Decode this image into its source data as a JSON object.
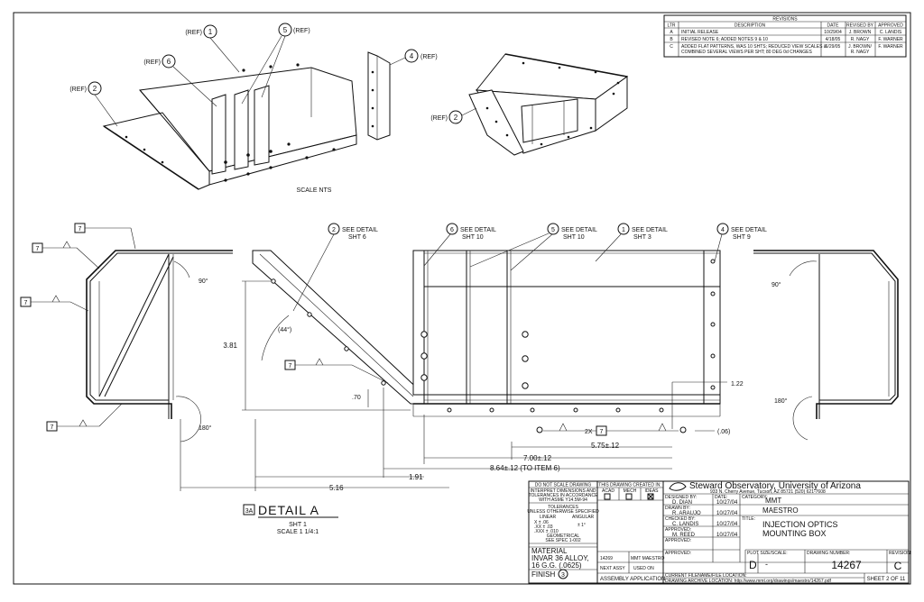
{
  "revisions": {
    "title": "REVISIONS",
    "headers": [
      "LTR",
      "DESCRIPTION",
      "DATE",
      "REVISED BY",
      "APPROVED"
    ],
    "rows": [
      {
        "ltr": "A",
        "desc1": "INITIAL RELEASE",
        "desc2": "",
        "date": "10/29/04",
        "by1": "J. BROWN",
        "by2": "",
        "appr": "C. LANDIS"
      },
      {
        "ltr": "B",
        "desc1": "REVISED NOTE 6; ADDED NOTES 9 & 10",
        "desc2": "",
        "date": "4/18/05",
        "by1": "R. NAGY",
        "by2": "",
        "appr": "F. WARNER"
      },
      {
        "ltr": "C",
        "desc1": "ADDED FLAT PATTERNS, WAS 10 SHTS; REDUCED VIEW SCALES &",
        "desc2": "COMBINED SEVERAL VIEWS PER SHT; 80 DEG 0d CHANGES",
        "date": "6/29/05",
        "by1": "J. BROWN/",
        "by2": "R. NAGY",
        "appr": "F. WARNER"
      }
    ]
  },
  "iso": {
    "ref_label": "(REF)",
    "scale_note": "SCALE NTS",
    "balloons": [
      "1",
      "2",
      "6",
      "5",
      "4",
      "2"
    ]
  },
  "main_view": {
    "callouts": [
      {
        "num": "2",
        "line1": "SEE DETAIL",
        "line2": "SHT 6"
      },
      {
        "num": "6",
        "line1": "SEE DETAIL",
        "line2": "SHT 10"
      },
      {
        "num": "5",
        "line1": "SEE DETAIL",
        "line2": "SHT 10"
      },
      {
        "num": "1",
        "line1": "SEE DETAIL",
        "line2": "SHT 3"
      },
      {
        "num": "4",
        "line1": "SEE DETAIL",
        "line2": "SHT 9"
      }
    ],
    "weld_symbol": "7",
    "weld_multiplier": "2X",
    "dims": {
      "height": "3.81",
      "angle": "(44°)",
      "d070": ".70",
      "d122": "1.22",
      "d006": "(.06)",
      "d575": "5.75±.12",
      "d700": "7.00±.12",
      "d864": "8.64±.12 (TO ITEM 6)",
      "d191": "1.91",
      "d516": "5.16"
    },
    "angles": {
      "left_90": "90°",
      "left_180": "180°",
      "right_90": "90°",
      "right_180": "180°"
    }
  },
  "detail": {
    "marker": "3A",
    "title": "DETAIL A",
    "sheet": "SHT 1",
    "scale": "SCALE 1 1/4:1"
  },
  "title_block": {
    "no_scale": "DO NOT SCALE DRAWING",
    "interpret1": "INTERPRET DIMENSIONS AND",
    "interpret2": "TOLERANCES IN ACCORDANCE",
    "interpret3": "WITH ASME Y14.5M-94",
    "tolerances_title": "TOLERANCES",
    "tolerances_sub": "UNLESS OTHERWISE SPECIFIED",
    "linear": "LINEAR",
    "angular": "ANGULAR",
    "tol_x": "X    ± .06",
    "tol_xx": ".XX  ± .03",
    "tol_xxx": ".XXX ± .010",
    "tol_ang": "± 1°",
    "geometrical1": "GEOMETRICAL",
    "geometrical2": "SEE SPEC 1-002",
    "material_label": "MATERIAL",
    "material1": "INVAR 36 ALLOY,",
    "material2": "16 G.G. (.0625)",
    "finish_label": "FINISH",
    "finish_balloon": "3",
    "created_in": "THIS DRAWING CREATED IN:",
    "cad_opts": [
      "ACAD",
      "MECH",
      "IDEAS"
    ],
    "next_assy_no": "14269",
    "next_assy_name": "MMT MAESTRO",
    "next_assy": "NEXT ASSY",
    "used_on": "USED ON",
    "assembly_app": "ASSEMBLY APPLICATION",
    "observatory": "Steward Observatory, University of Arizona",
    "address": "933 N. Cherry Avenue, Tucson, AZ  85721    (520) 621-7608",
    "roles": [
      {
        "role": "DESIGNED BY:",
        "name": "D. DIAN",
        "date": "10/27/04"
      },
      {
        "role": "DRAWN BY:",
        "name": "R. ARAUJO",
        "date": "10/27/04"
      },
      {
        "role": "CHECKED BY:",
        "name": "C. LANDIS",
        "date": "10/27/04"
      },
      {
        "role": "APPROVED:",
        "name": "M. REED",
        "date": "10/27/04"
      },
      {
        "role": "APPROVED:",
        "name": "",
        "date": ""
      },
      {
        "role": "APPROVED:",
        "name": "",
        "date": ""
      }
    ],
    "date_label": "DATE:",
    "category_label": "CATEGORY:",
    "category": "MMT",
    "project": "MAESTRO",
    "title_label": "TITLE:",
    "title1": "INJECTION OPTICS",
    "title2": "MOUNTING BOX",
    "size_label": "PLOT SIZE/SCALE:",
    "size": "D",
    "scale": "-",
    "drawing_label": "DRAWING NUMBER:",
    "drawing_no": "14267",
    "revision_label": "REVISION:",
    "revision": "C",
    "sheet": "SHEET 2 OF 11",
    "current_file": "CURRENT FILENAME/FILE LOCATION:",
    "archive": "DRAWING ARCHIVE LOCATION: http://www.mmt.org/drawings/maestro/14267.pdf"
  }
}
